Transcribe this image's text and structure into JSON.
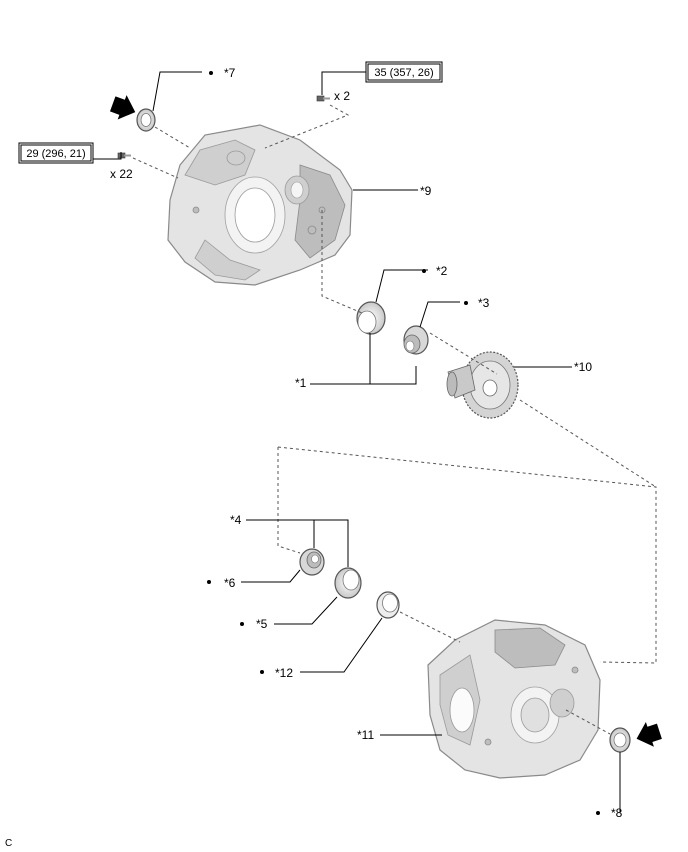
{
  "torque_specs": {
    "top": "35 (357, 26)",
    "left": "29 (296, 21)"
  },
  "quantities": {
    "top_bolts": "x 2",
    "left_bolts": "x 22"
  },
  "callouts": {
    "c1": "*1",
    "c2": "*2",
    "c3": "*3",
    "c4": "*4",
    "c5": "*5",
    "c6": "*6",
    "c7": "*7",
    "c8": "*8",
    "c9": "*9",
    "c10": "*10",
    "c11": "*11",
    "c12": "*12"
  },
  "footer_code": "C",
  "markers": {
    "dot_symbol": "•",
    "arrow_symbol": "bold-arrow-icon"
  }
}
